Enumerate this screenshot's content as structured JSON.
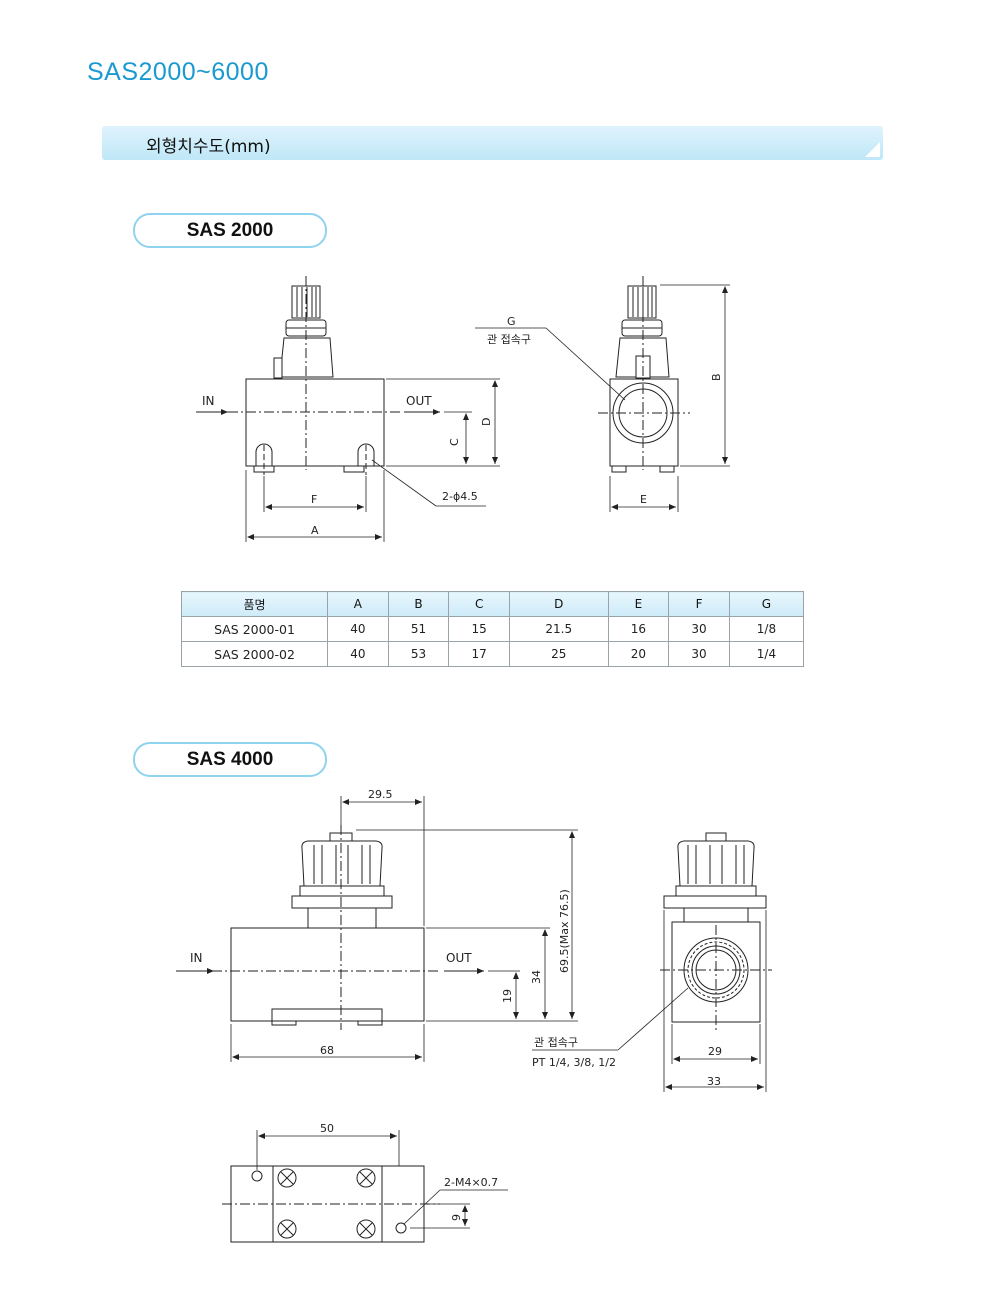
{
  "page": {
    "title": "SAS2000~6000",
    "section_title": "외형치수도(mm)"
  },
  "sas2000": {
    "heading": "SAS 2000",
    "labels": {
      "in": "IN",
      "out": "OUT",
      "g": "G",
      "g_desc": "관 접속구",
      "a": "A",
      "b": "B",
      "c": "C",
      "d": "D",
      "e": "E",
      "f": "F",
      "holes": "2-ϕ4.5"
    },
    "table": {
      "headers": [
        "품명",
        "A",
        "B",
        "C",
        "D",
        "E",
        "F",
        "G"
      ],
      "rows": [
        [
          "SAS 2000-01",
          "40",
          "51",
          "15",
          "21.5",
          "16",
          "30",
          "1/8"
        ],
        [
          "SAS 2000-02",
          "40",
          "53",
          "17",
          "25",
          "20",
          "30",
          "1/4"
        ]
      ]
    }
  },
  "sas4000": {
    "heading": "SAS 4000",
    "labels": {
      "in": "IN",
      "out": "OUT",
      "dim_top": "29.5",
      "dim_width": "68",
      "dim_height": "69.5(Max 76.5)",
      "dim_34": "34",
      "dim_19": "19",
      "port_desc": "관 접속구",
      "port_sizes": "PT 1/4, 3/8, 1/2",
      "dim_29": "29",
      "dim_33": "33",
      "dim_50": "50",
      "mount": "2-M4×0.7",
      "dim_9": "9"
    }
  }
}
